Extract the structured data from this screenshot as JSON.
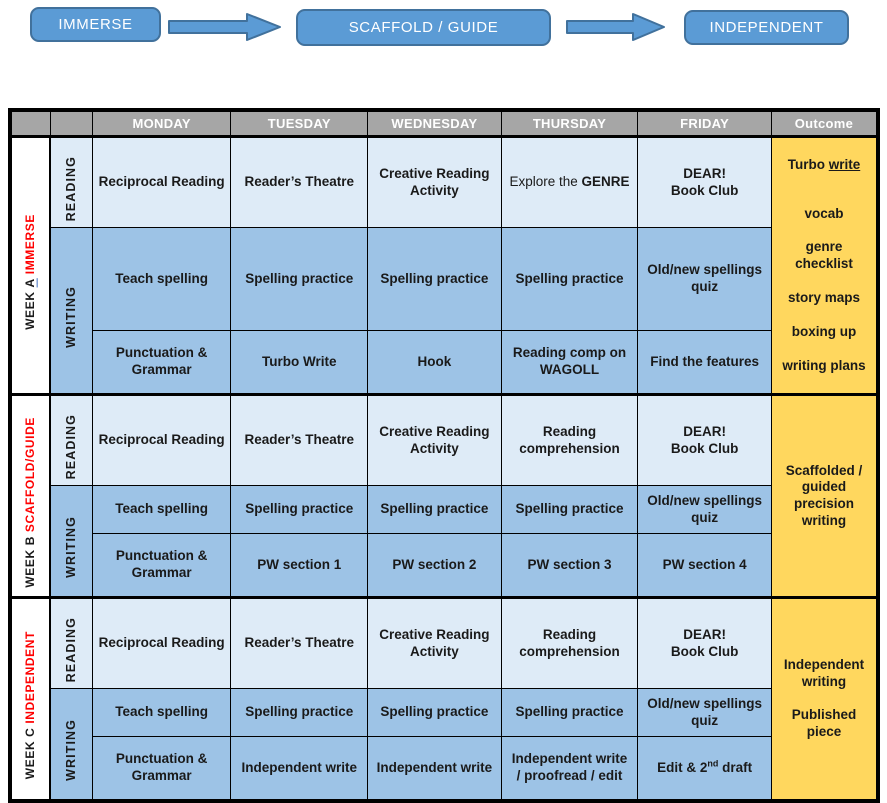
{
  "flow": {
    "steps": [
      "IMMERSE",
      "SCAFFOLD / GUIDE",
      "INDEPENDENT"
    ],
    "box_color": "#5b9bd5",
    "box_border_color": "#41719c"
  },
  "table": {
    "headers": [
      "",
      "",
      "MONDAY",
      "TUESDAY",
      "WEDNESDAY",
      "THURSDAY",
      "FRIDAY",
      "Outcome"
    ],
    "header_bg": "#a6a6a6",
    "reading_bg": "#deebf7",
    "writing_bg": "#9dc3e6",
    "outcome_bg": "#ffd75e",
    "phase_color": "#ff0000",
    "side_labels": {
      "reading": "READING",
      "writing": "WRITING"
    },
    "weeks": [
      {
        "label": {
          "week": "WEEK",
          "letter": "A",
          "phase": "IMMERSE"
        },
        "reading": {
          "mon": "Reciprocal Reading",
          "tue": "Reader’s Theatre",
          "wed": "Creative Reading\nActivity",
          "thu_pre": "Explore the ",
          "thu_bold": "GENRE",
          "fri": "DEAR!\nBook Club"
        },
        "writing1": {
          "mon": "Teach spelling",
          "tue": "Spelling practice",
          "wed": "Spelling practice",
          "thu": "Spelling practice",
          "fri": "Old/new spellings\nquiz"
        },
        "writing2": {
          "mon": "Punctuation &\nGrammar",
          "tue": "Turbo Write",
          "wed": "Hook",
          "thu": "Reading comp on\nWAGOLL",
          "fri": "Find the features"
        },
        "outcome": {
          "line1_pre": "Turbo ",
          "line1_underlined": "write",
          "rest": "vocab\n\ngenre\nchecklist\n\nstory maps\n\nboxing up\n\nwriting plans"
        }
      },
      {
        "label": {
          "week": "WEEK",
          "letter": "B",
          "phase": "SCAFFOLD/GUIDE"
        },
        "reading": {
          "mon": "Reciprocal Reading",
          "tue": "Reader’s Theatre",
          "wed": "Creative Reading\nActivity",
          "thu": "Reading\ncomprehension",
          "fri": "DEAR!\nBook Club"
        },
        "writing1": {
          "mon": "Teach spelling",
          "tue": "Spelling practice",
          "wed": "Spelling practice",
          "thu": "Spelling practice",
          "fri": "Old/new spellings\nquiz"
        },
        "writing2": {
          "mon": "Punctuation &\nGrammar",
          "tue": "PW section 1",
          "wed": "PW section 2",
          "thu": "PW section 3",
          "fri": "PW section 4"
        },
        "outcome": {
          "text": "Scaffolded /\nguided\nprecision\nwriting"
        }
      },
      {
        "label": {
          "week": "WEEK",
          "letter": "C",
          "phase": "INDEPENDENT"
        },
        "reading": {
          "mon": "Reciprocal Reading",
          "tue": "Reader’s Theatre",
          "wed": "Creative Reading\nActivity",
          "thu": "Reading\ncomprehension",
          "fri": "DEAR!\nBook Club"
        },
        "writing1": {
          "mon": "Teach spelling",
          "tue": "Spelling practice",
          "wed": "Spelling practice",
          "thu": "Spelling practice",
          "fri": "Old/new spellings\nquiz"
        },
        "writing2": {
          "mon": "Punctuation &\nGrammar",
          "tue": "Independent write",
          "wed": "Independent write",
          "thu": "Independent write\n/ proofread / edit",
          "fri_pre": "Edit & 2",
          "fri_sup": "nd",
          "fri_post": " draft"
        },
        "outcome": {
          "text": "Independent\nwriting\n\nPublished\npiece"
        }
      }
    ]
  }
}
